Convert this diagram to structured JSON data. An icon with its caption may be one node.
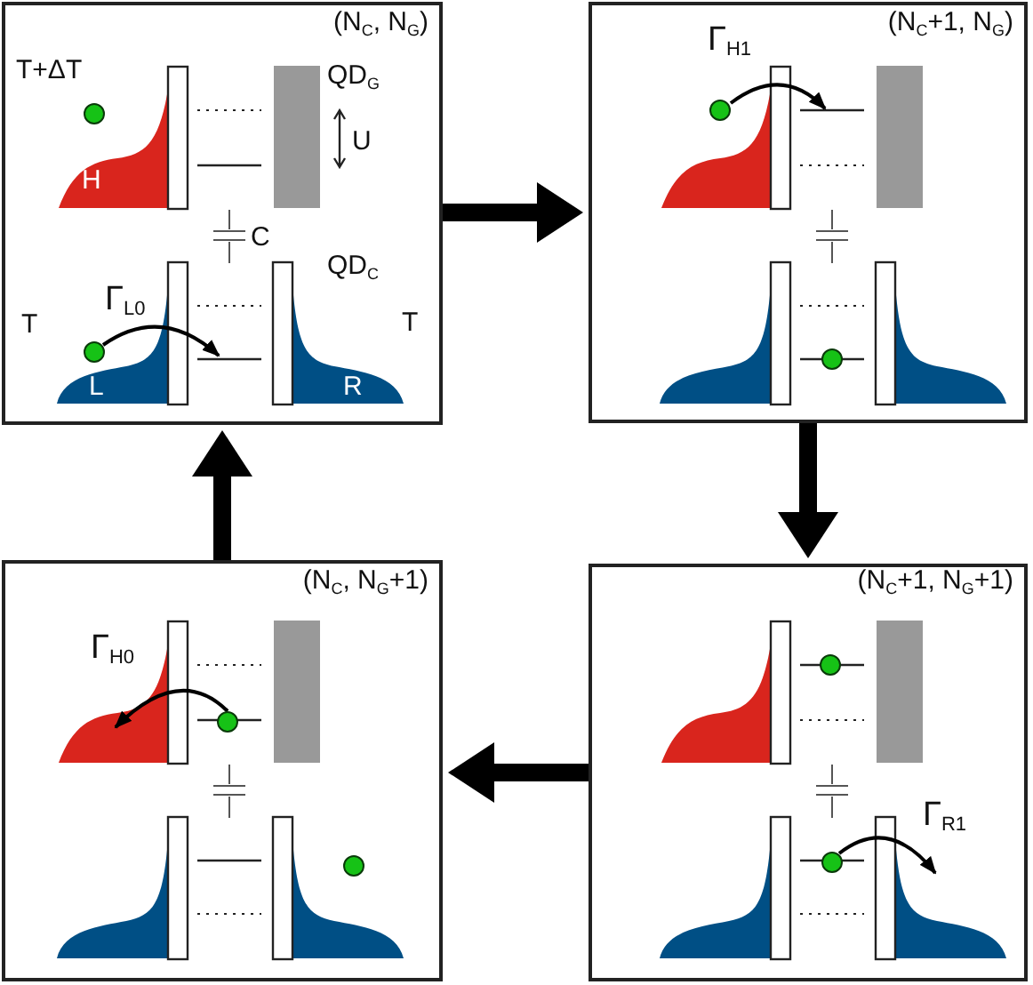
{
  "diagram": {
    "nodes": [
      {
        "text": [
          "(N$_{C}$, N$_{G}$)",
          "T+ΔT",
          "QD$_{G}$",
          "U",
          "H",
          "C",
          "QD$_{C}$",
          "Γ$_{L0}$",
          "T",
          "T",
          "L",
          "R"
        ]
      },
      {
        "text": [
          "(N$_{C}$+1, N$_{G}$)",
          "Γ$_{H1}$"
        ]
      },
      {
        "text": [
          "(N$_{C}$+1, N$_{G}$+1)",
          "Γ$_{R1}$"
        ]
      },
      {
        "text": [
          "(N$_{C}$, N$_{G}$+1)",
          "Γ$_{H0}$"
        ]
      }
    ],
    "edges": [
      {
        "from": 0,
        "to": 1,
        "arrow": "to"
      },
      {
        "from": 1,
        "to": 2,
        "arrow": "to"
      },
      {
        "from": 2,
        "to": 3,
        "arrow": "to"
      },
      {
        "from": 3,
        "to": 0,
        "arrow": "to"
      }
    ]
  }
}
